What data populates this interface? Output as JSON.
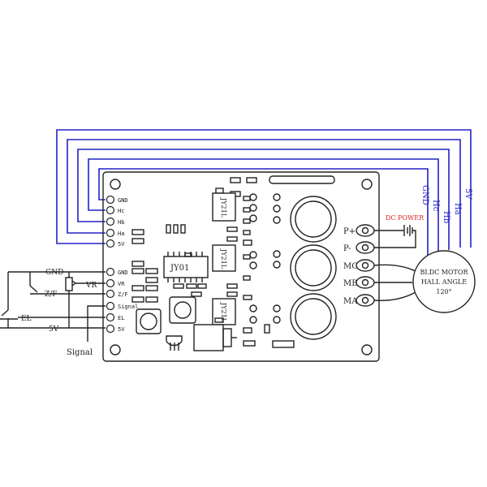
{
  "board": {
    "hall_pins": [
      "GND",
      "Hc",
      "Hb",
      "Ha",
      "5V"
    ],
    "control_pins": [
      "GND",
      "VR",
      "Z/F",
      "Signal",
      "EL",
      "5V"
    ],
    "chip_labels": [
      "JY21L",
      "JY21L",
      "JY21L"
    ],
    "mcu_label": "JY01",
    "power_terminals": [
      "P+",
      "P-"
    ],
    "motor_terminals": [
      "MC",
      "MB",
      "MA"
    ]
  },
  "external": {
    "control_labels": [
      "GND",
      "Z/F",
      "VR",
      "EL",
      "5V"
    ],
    "signal_label": "Signal",
    "dc_power_label": "DC POWER"
  },
  "motor": {
    "label_line1": "BLDC MOTOR",
    "label_line2": "HALL ANGLE",
    "label_line3": "120°",
    "wire_labels": [
      "GND",
      "Hc",
      "Hb",
      "Ha",
      "5V"
    ]
  },
  "colors": {
    "wire": "#2323c8",
    "dc_power_label": "#d22222",
    "outline": "#222222"
  }
}
